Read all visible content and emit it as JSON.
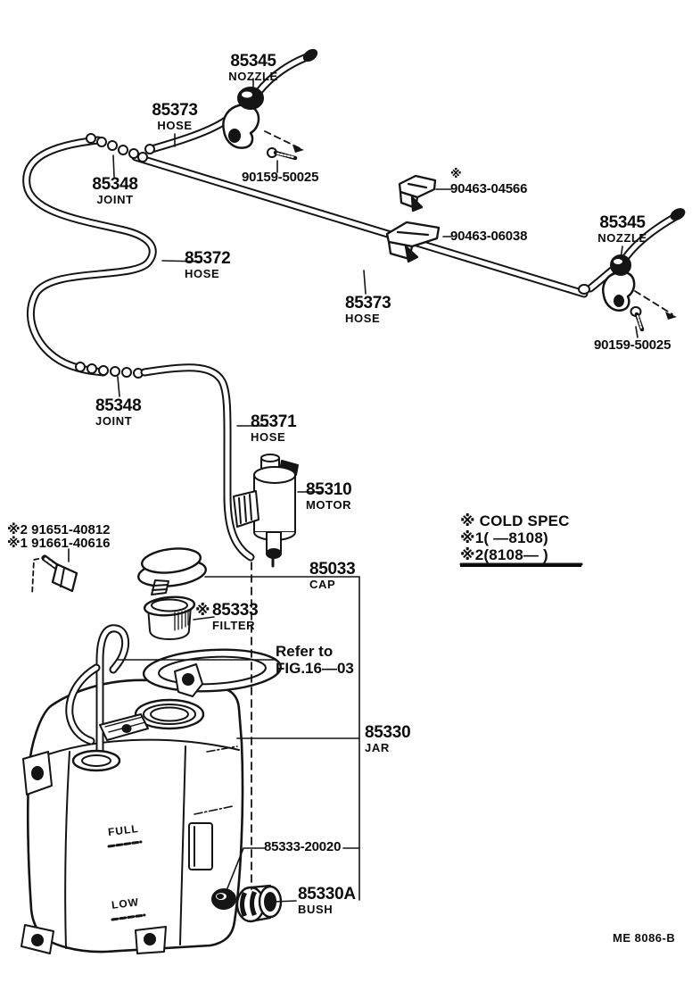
{
  "parts": {
    "nozzle_left": {
      "num": "85345",
      "name": "NOZZLE"
    },
    "hose_top": {
      "num": "85373",
      "name": "HOSE"
    },
    "joint_top": {
      "num": "85348",
      "name": "JOINT"
    },
    "screw_left": {
      "num": "90159-50025"
    },
    "clip_small": {
      "mark": "※",
      "num": "90463-04566"
    },
    "clip_large": {
      "num": "90463-06038"
    },
    "nozzle_right": {
      "num": "85345",
      "name": "NOZZLE"
    },
    "screw_right": {
      "num": "90159-50025"
    },
    "hose_85372": {
      "num": "85372",
      "name": "HOSE"
    },
    "hose_mid": {
      "num": "85373",
      "name": "HOSE"
    },
    "joint_bottom": {
      "num": "85348",
      "name": "JOINT"
    },
    "hose_85371": {
      "num": "85371",
      "name": "HOSE"
    },
    "motor": {
      "num": "85310",
      "name": "MOTOR"
    },
    "bolt_alt_2": {
      "mark": "※2",
      "num": "91651-40812"
    },
    "bolt_alt_1": {
      "mark": "※1",
      "num": "91661-40616"
    },
    "cap": {
      "num": "85033",
      "name": "CAP"
    },
    "filter": {
      "mark": "※",
      "num": "85333",
      "name": "FILTER"
    },
    "jar": {
      "num": "85330",
      "name": "JAR"
    },
    "grommet": {
      "num": "85333-20020"
    },
    "bush": {
      "num": "85330A",
      "name": "BUSH"
    }
  },
  "notes": {
    "refer": {
      "line1": "Refer to",
      "line2": "FIG.16—03"
    },
    "cold_spec": {
      "title": "※  COLD  SPEC",
      "alt1": "※1(      —8108)",
      "alt2": "※2(8108—      )"
    }
  },
  "tank": {
    "full": "FULL",
    "low": "LOW"
  },
  "footer": {
    "code": "ME  8086-B"
  }
}
